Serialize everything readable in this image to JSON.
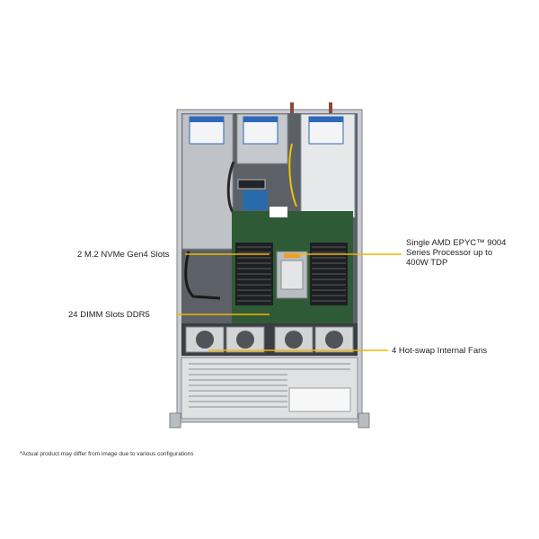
{
  "labels": {
    "m2": "2 M.2 NVMe Gen4 Slots",
    "cpu_line1": "Single AMD EPYC™ 9004",
    "cpu_line2": "Series Processor up to",
    "cpu_line3": "400W TDP",
    "dimm": "24 DIMM Slots DDR5",
    "fans": "4 Hot-swap Internal  Fans"
  },
  "footnote": "*Actual product may differ from image due to various configurations",
  "colors": {
    "leader": "#f2b500",
    "chassis": "#9ea3a8",
    "board": "#2e5b36",
    "dimm": "#1d1f22",
    "riser_label": "#2f68b8"
  },
  "icons": {
    "server": "server-top-view"
  }
}
